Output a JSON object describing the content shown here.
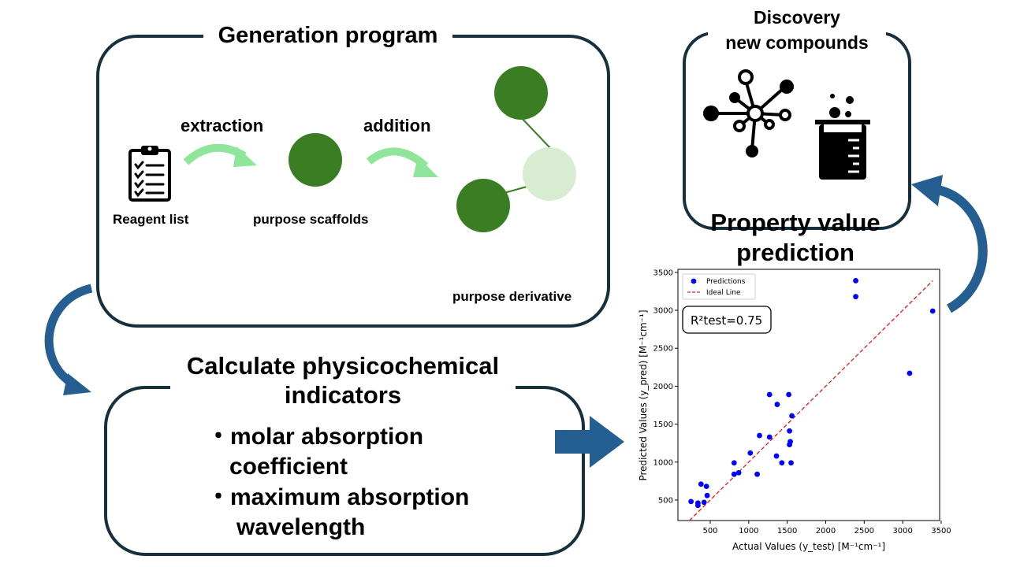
{
  "generation": {
    "title": "Generation program",
    "reagent_label": "Reagent list",
    "extraction_label": "extraction",
    "scaffold_label": "purpose scaffolds",
    "addition_label": "addition",
    "derivative_label": "purpose derivative"
  },
  "discovery": {
    "title_line1": "Discovery",
    "title_line2": "new compounds"
  },
  "indicators": {
    "title_line1": "Calculate physicochemical",
    "title_line2": "indicators",
    "item1_line1": "・molar absorption",
    "item1_line2": "coefficient",
    "item2_line1": "・maximum absorption",
    "item2_line2": "wavelength"
  },
  "prediction": {
    "title_line1": "Property value",
    "title_line2": "prediction"
  },
  "colors": {
    "dark_green": "#3b7d23",
    "light_green": "#d8ecd2",
    "arrow_green": "#8fe59a",
    "blue_arrow": "#255e91",
    "box_border": "#17303d",
    "point_blue": "#0000ff",
    "ideal_red": "#e31a1c"
  },
  "icons": [
    "clipboard-icon",
    "molecule-network-icon",
    "beaker-icon"
  ],
  "chart_data": {
    "type": "scatter",
    "title": "",
    "xlabel": "Actual Values (y_test) [M⁻¹cm⁻¹]",
    "ylabel": "Predicted Values (y_pred) [M⁻¹cm⁻¹]",
    "xlim": [
      80,
      3480
    ],
    "ylim": [
      230,
      3540
    ],
    "xticks": [
      500,
      1000,
      1500,
      2000,
      2500,
      3000,
      3500
    ],
    "yticks": [
      500,
      1000,
      1500,
      2000,
      2500,
      3000,
      3500
    ],
    "legend_position": "top-left",
    "annotation": "R²test=0.75",
    "series": [
      {
        "name": "Predictions",
        "points": [
          [
            250,
            480
          ],
          [
            340,
            460
          ],
          [
            340,
            430
          ],
          [
            380,
            710
          ],
          [
            420,
            470
          ],
          [
            450,
            680
          ],
          [
            460,
            560
          ],
          [
            810,
            990
          ],
          [
            810,
            840
          ],
          [
            870,
            860
          ],
          [
            1020,
            1120
          ],
          [
            1110,
            840
          ],
          [
            1140,
            1350
          ],
          [
            1270,
            1890
          ],
          [
            1270,
            1330
          ],
          [
            1360,
            1080
          ],
          [
            1370,
            1760
          ],
          [
            1430,
            990
          ],
          [
            1520,
            1890
          ],
          [
            1530,
            1410
          ],
          [
            1530,
            1230
          ],
          [
            1540,
            1270
          ],
          [
            1550,
            990
          ],
          [
            1560,
            1610
          ],
          [
            2390,
            3390
          ],
          [
            2390,
            3180
          ],
          [
            3090,
            2170
          ],
          [
            3390,
            2990
          ]
        ]
      },
      {
        "name": "Ideal Line",
        "line": [
          [
            230,
            230
          ],
          [
            3390,
            3390
          ]
        ]
      }
    ]
  }
}
